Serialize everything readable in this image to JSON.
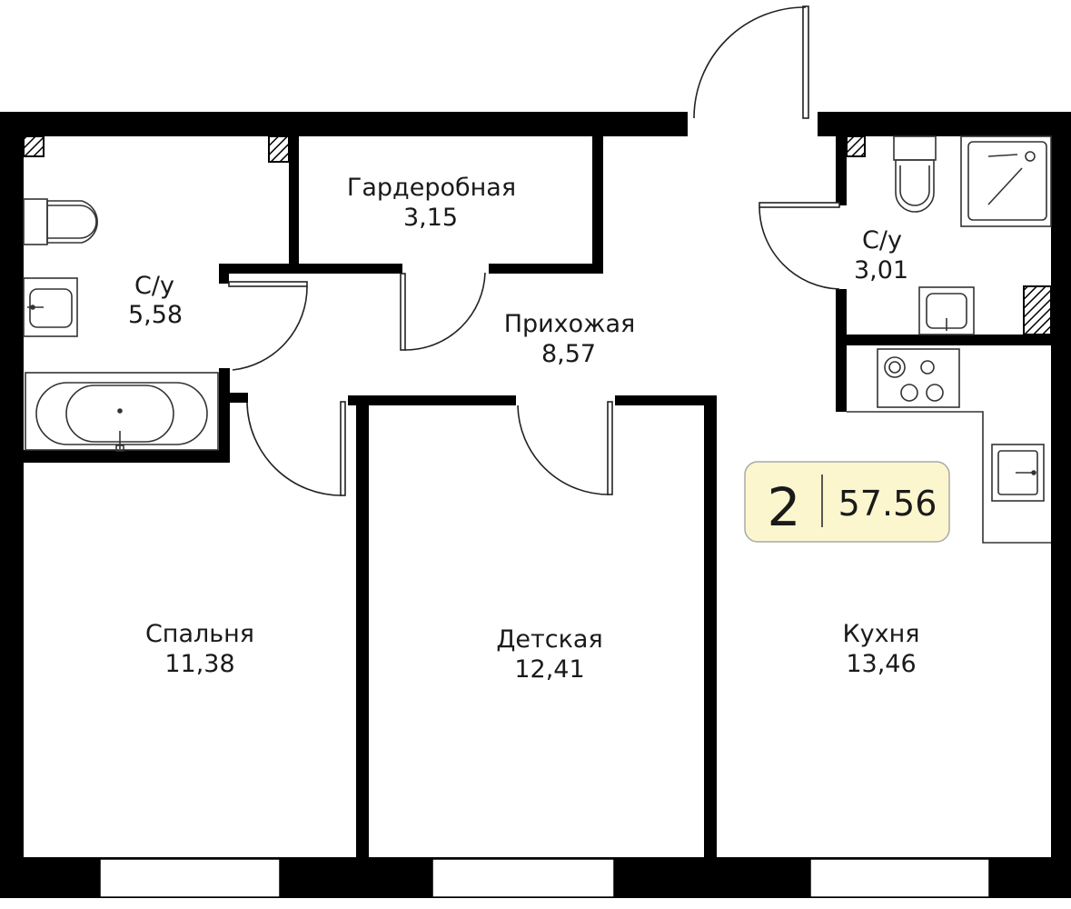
{
  "rooms": [
    {
      "id": "bathroom-1",
      "name": "С/у",
      "area": "5,58"
    },
    {
      "id": "wardrobe",
      "name": "Гардеробная",
      "area": "3,15"
    },
    {
      "id": "hallway",
      "name": "Прихожая",
      "area": "8,57"
    },
    {
      "id": "bathroom-2",
      "name": "С/у",
      "area": "3,01"
    },
    {
      "id": "bedroom",
      "name": "Спальня",
      "area": "11,38"
    },
    {
      "id": "kids-room",
      "name": "Детская",
      "area": "12,41"
    },
    {
      "id": "kitchen",
      "name": "Кухня",
      "area": "13,46"
    }
  ],
  "badge": {
    "room_count": "2",
    "total_area": "57.56"
  },
  "colors": {
    "wall": "#000000",
    "badge_fill": "#fcf6cf",
    "badge_stroke": "#a8a8a8",
    "fixture_stroke": "#333333"
  }
}
